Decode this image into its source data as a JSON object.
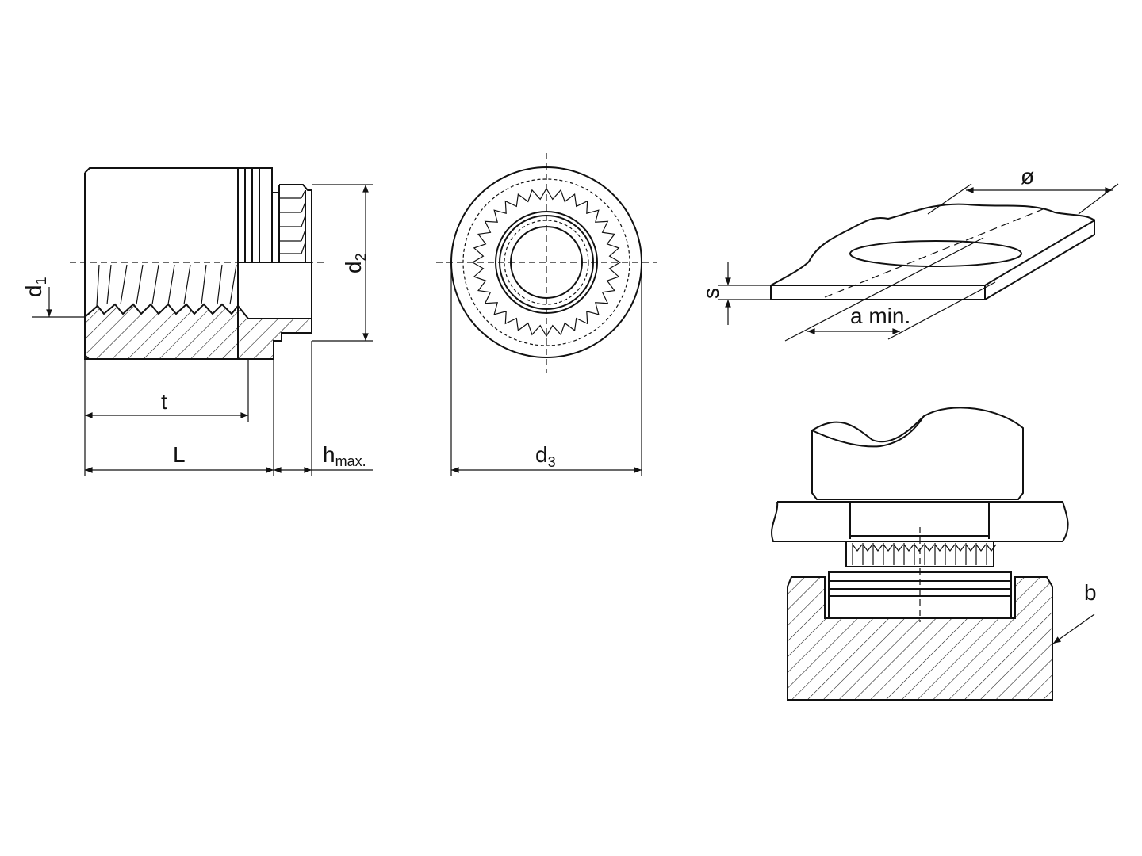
{
  "drawing": {
    "side_view": {
      "d1": "d",
      "d1_sub": "1",
      "d2": "d",
      "d2_sub": "2",
      "t": "t",
      "L": "L",
      "h": "h",
      "h_sub": "max."
    },
    "front_view": {
      "d3": "d",
      "d3_sub": "3"
    },
    "sheet_view": {
      "diameter": "ø",
      "s": "s",
      "a_min": "a min."
    },
    "assembly_view": {
      "b": "b"
    },
    "line_color": "#111111"
  }
}
